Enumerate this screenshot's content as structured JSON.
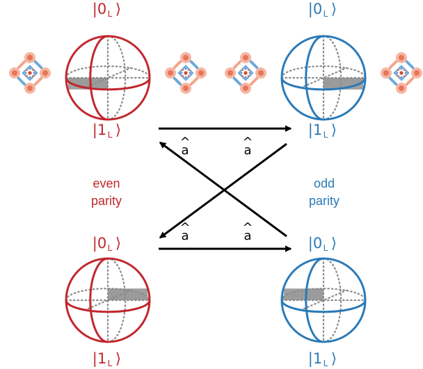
{
  "colors": {
    "even": "#c1272d",
    "odd": "#2a7ab8",
    "arrow": "#000000",
    "shade": "#9b9b9b",
    "grid": "#8a8a8a",
    "blob_pink": "#f2a48a",
    "blob_core": "#e05a3c"
  },
  "kets": {
    "zero": "|0",
    "one": "|1",
    "subscript": "L",
    "close": "⟩"
  },
  "parity_labels": {
    "even_line1": "even",
    "even_line2": "parity",
    "odd_line1": "odd",
    "odd_line2": "parity"
  },
  "operator": {
    "symbol": "a",
    "hat": "^"
  },
  "blocks": [
    {
      "id": "top-left",
      "parity": "even",
      "shaded": "bottom-left",
      "icons": true
    },
    {
      "id": "top-right",
      "parity": "odd",
      "shaded": "bottom-right",
      "icons": true
    },
    {
      "id": "bottom-left",
      "parity": "even",
      "shaded": "top-right",
      "icons": false
    },
    {
      "id": "bottom-right",
      "parity": "odd",
      "shaded": "top-left",
      "icons": false
    }
  ],
  "icon_names": {
    "wigner": "wigner-function-icon",
    "sphere": "bloch-sphere-icon"
  }
}
